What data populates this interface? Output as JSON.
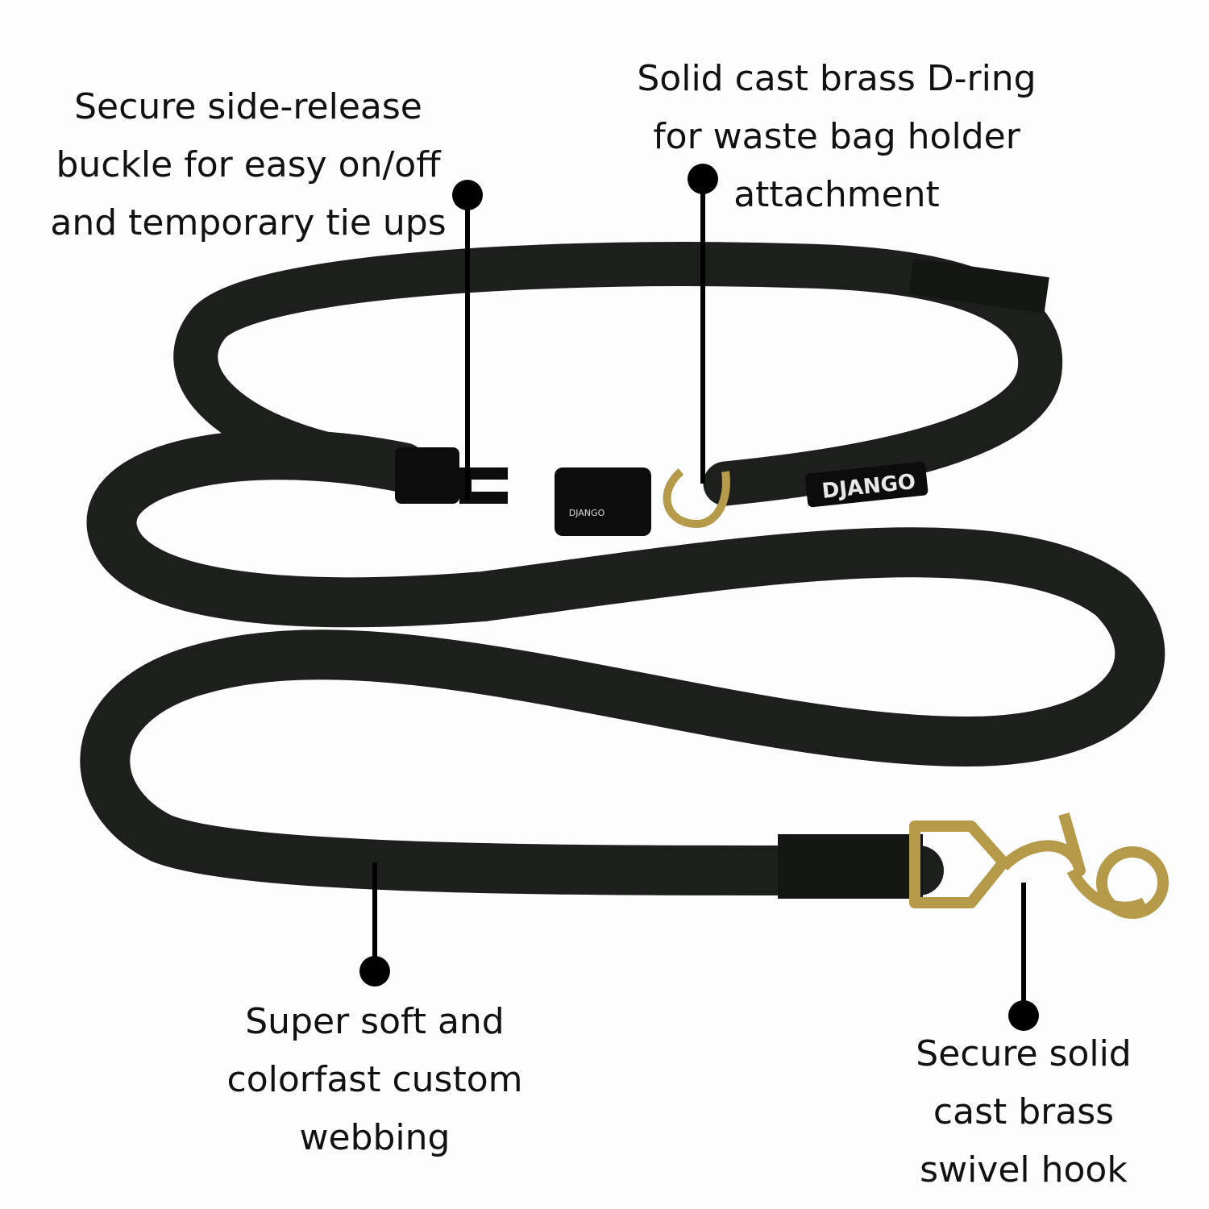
{
  "callouts": {
    "buckle": {
      "lines": [
        "Secure side-release",
        "buckle for easy on/off",
        "and temporary tie ups"
      ]
    },
    "dring": {
      "lines": [
        "Solid cast brass D-ring",
        "for waste bag holder",
        "attachment"
      ]
    },
    "webbing": {
      "lines": [
        "Super soft and",
        "colorfast custom",
        "webbing"
      ]
    },
    "hook": {
      "lines": [
        "Secure solid",
        "cast brass",
        "swivel hook"
      ]
    }
  },
  "product": {
    "brand_label": "DJANGO",
    "buckle_label": "DJANGO"
  },
  "colors": {
    "webbing": "#1c1f1c",
    "brass": "#b59a4a",
    "pointer": "#000000",
    "text": "#111111"
  }
}
